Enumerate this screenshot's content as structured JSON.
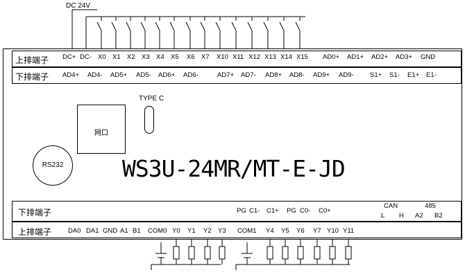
{
  "supply_label": "DC 24V",
  "top_section": {
    "row1_title": "上排端子",
    "row1_terminals": [
      "DC+",
      "DC-",
      "X0",
      "X1",
      "X2",
      "X3",
      "X4",
      "X5",
      "X6",
      "X7",
      "X10",
      "X11",
      "X12",
      "X13",
      "X14",
      "X15",
      "AD0+",
      "AD1+",
      "AD2+",
      "AD3+",
      "GND"
    ],
    "row2_title": "下排端子",
    "row2_terminals": [
      "AD4+",
      "AD4-",
      "AD5+",
      "AD5-",
      "AD6+",
      "AD6-",
      "AD7+",
      "AD7-",
      "AD8+",
      "AD8-",
      "AD9+",
      "AD9-",
      "S1+",
      "S1-",
      "E1+",
      "E1-"
    ]
  },
  "network_port_label": "网口",
  "typec_label": "TYPE C",
  "rs232_label": "RS232",
  "model": "WS3U-24MR/MT-E-JD",
  "bottom_section": {
    "row1_title": "下排端子",
    "row1_terminals": [
      "PG",
      "C1-",
      "C1+",
      "PG",
      "C0-",
      "C0+"
    ],
    "can_label": "CAN",
    "can_terminals": [
      "L",
      "H"
    ],
    "rs485_label": "485",
    "rs485_terminals": [
      "A2",
      "B2"
    ],
    "row2_title": "上排端子",
    "row2_terminals": [
      "DA0",
      "DA1",
      "GND",
      "A1",
      "B1",
      "COM0",
      "Y0",
      "Y1",
      "Y2",
      "Y3",
      "COM1",
      "Y4",
      "Y5",
      "Y6",
      "Y7",
      "Y10",
      "Y11"
    ]
  }
}
